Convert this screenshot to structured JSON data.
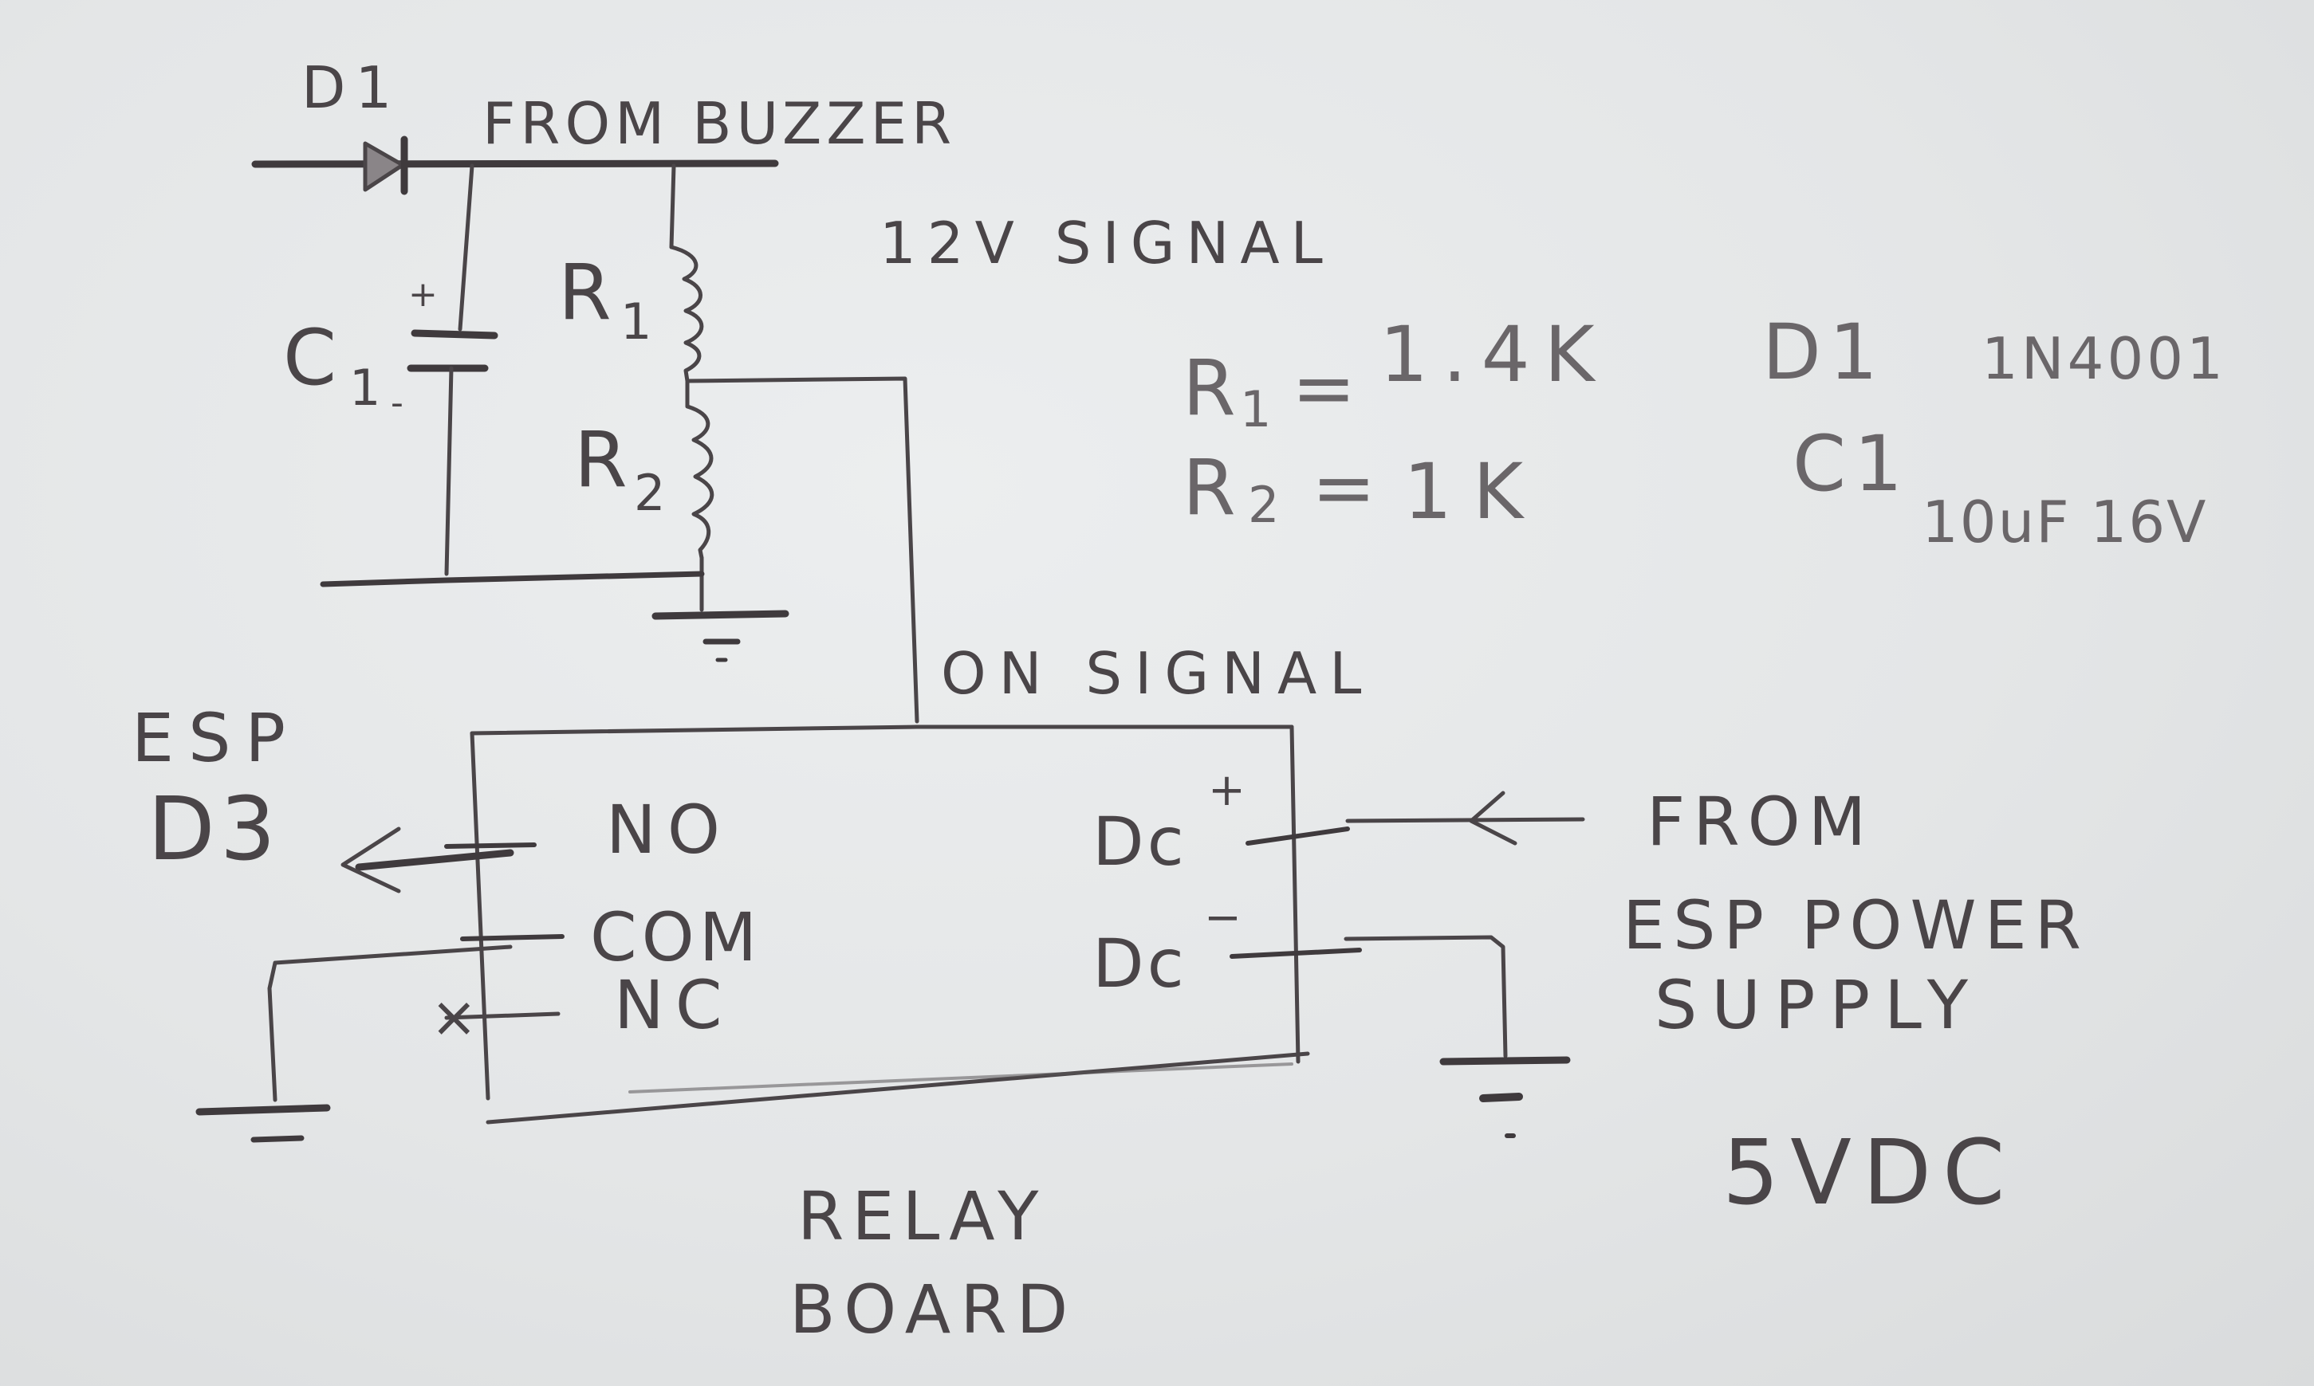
{
  "diagram": {
    "type": "hand-drawn circuit schematic",
    "ink_color": "#4a4548",
    "paper_color": "#e4e6e7"
  },
  "input_section": {
    "diode_label": "D1",
    "input_label": "FROM BUZZER",
    "signal_label": "12V SIGNAL",
    "capacitor": {
      "label": "C",
      "subscript": "1",
      "plus": "+",
      "minus": "-"
    },
    "resistor_1": {
      "label": "R",
      "subscript": "1"
    },
    "resistor_2": {
      "label": "R",
      "subscript": "2"
    },
    "ground_symbol": "ground"
  },
  "component_values": {
    "r1": {
      "name": "R",
      "sub": "1",
      "eq": "=",
      "value": "1.4K"
    },
    "r2": {
      "name": "R",
      "sub": "2",
      "eq": "=",
      "value": "1K"
    },
    "d1": {
      "name": "D1",
      "value": "1N4001"
    },
    "c1": {
      "name": "C1",
      "value": "10uF 16V"
    }
  },
  "relay_section": {
    "on_signal_label": "ON SIGNAL",
    "board_label_line1": "RELAY",
    "board_label_line2": "BOARD",
    "pins_left": [
      "NO",
      "COM",
      "NC"
    ],
    "nc_marker": "×",
    "pin_dc_plus": {
      "label": "Dc",
      "sign": "+"
    },
    "pin_dc_minus": {
      "label": "Dc",
      "sign": "−"
    }
  },
  "esp_section": {
    "line1": "ESP",
    "line2": "D3"
  },
  "power_section": {
    "lines": [
      "FROM",
      "ESP POWER",
      "SUPPLY"
    ],
    "voltage": "5VDC"
  }
}
